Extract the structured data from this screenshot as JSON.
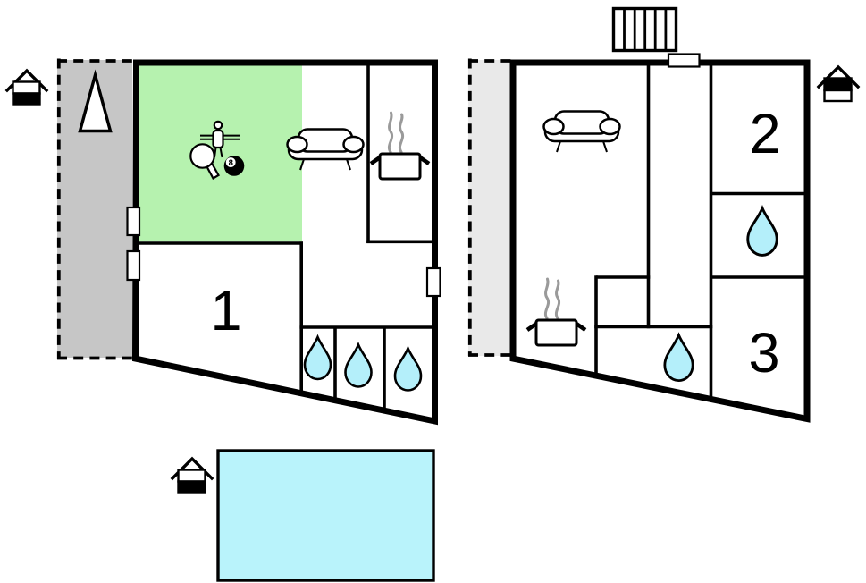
{
  "floor_plan": {
    "room_labels": {
      "room_1": "1",
      "room_2": "2",
      "room_3": "3"
    },
    "billiard_ball_label": "8",
    "colors": {
      "games_room_green": "#b6f2af",
      "water_drop_cyan": "#b4effa",
      "pool_cyan": "#b9f3fb",
      "terrace_gray": "#c6c6c6",
      "upper_terrace_gray": "#e9e9e9",
      "wall_black": "#000000",
      "steam_gray": "#9a9a9a"
    },
    "icons": {
      "ground_unit": [
        "house-entrance-ground-icon",
        "north-triangle-icon",
        "foosball-icon",
        "table-tennis-icon",
        "billiard-ball-icon",
        "sofa-icon",
        "cooking-pot-icon",
        "water-drop-icon",
        "water-drop-icon",
        "water-drop-icon"
      ],
      "upper_unit": [
        "house-entrance-upper-icon",
        "stairs-icon",
        "sofa-icon",
        "cooking-pot-icon",
        "water-drop-icon",
        "water-drop-icon"
      ],
      "pool_area": [
        "house-entrance-ground-icon",
        "swimming-pool"
      ]
    }
  }
}
